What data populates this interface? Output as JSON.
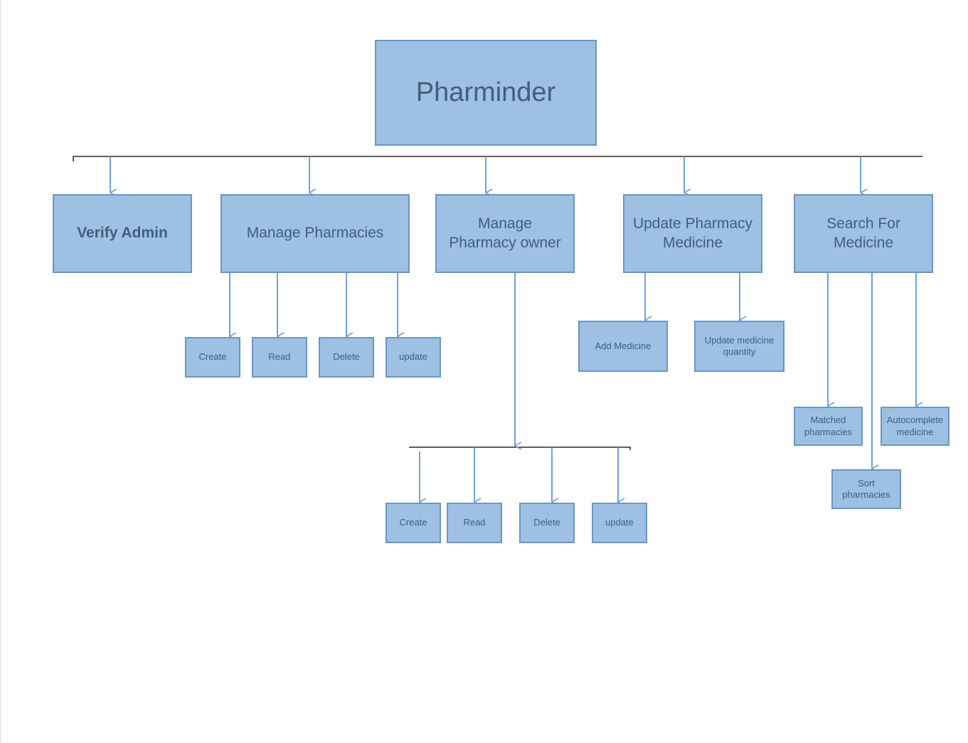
{
  "title": "Pharminder",
  "modules": {
    "verify_admin": "Verify Admin",
    "manage_pharmacies": "Manage Pharmacies",
    "manage_owner_line1": "Manage",
    "manage_owner_line2": "Pharmacy owner",
    "update_medicine_line1": "Update Pharmacy",
    "update_medicine_line2": "Medicine",
    "search_medicine_line1": "Search For",
    "search_medicine_line2": "Medicine"
  },
  "pharmacies_ops": [
    "Create",
    "Read",
    "Delete",
    "update"
  ],
  "owner_ops": [
    "Create",
    "Read",
    "Delete",
    "update"
  ],
  "update_medicine_ops": {
    "add": "Add Medicine",
    "quantity_line1": "Update medicine",
    "quantity_line2": "quantity"
  },
  "search_ops": {
    "matched_line1": "Matched",
    "matched_line2": "pharmacies",
    "autocomplete_line1": "Autocomplete",
    "autocomplete_line2": "medicine",
    "sort_line1": "Sort",
    "sort_line2": "pharmacies"
  },
  "colors": {
    "box_fill": "#9dc0e3",
    "box_border": "#6b96c3",
    "text": "#3f5f7c",
    "arrow": "#6fa3d6",
    "bus_line": "#000000"
  }
}
